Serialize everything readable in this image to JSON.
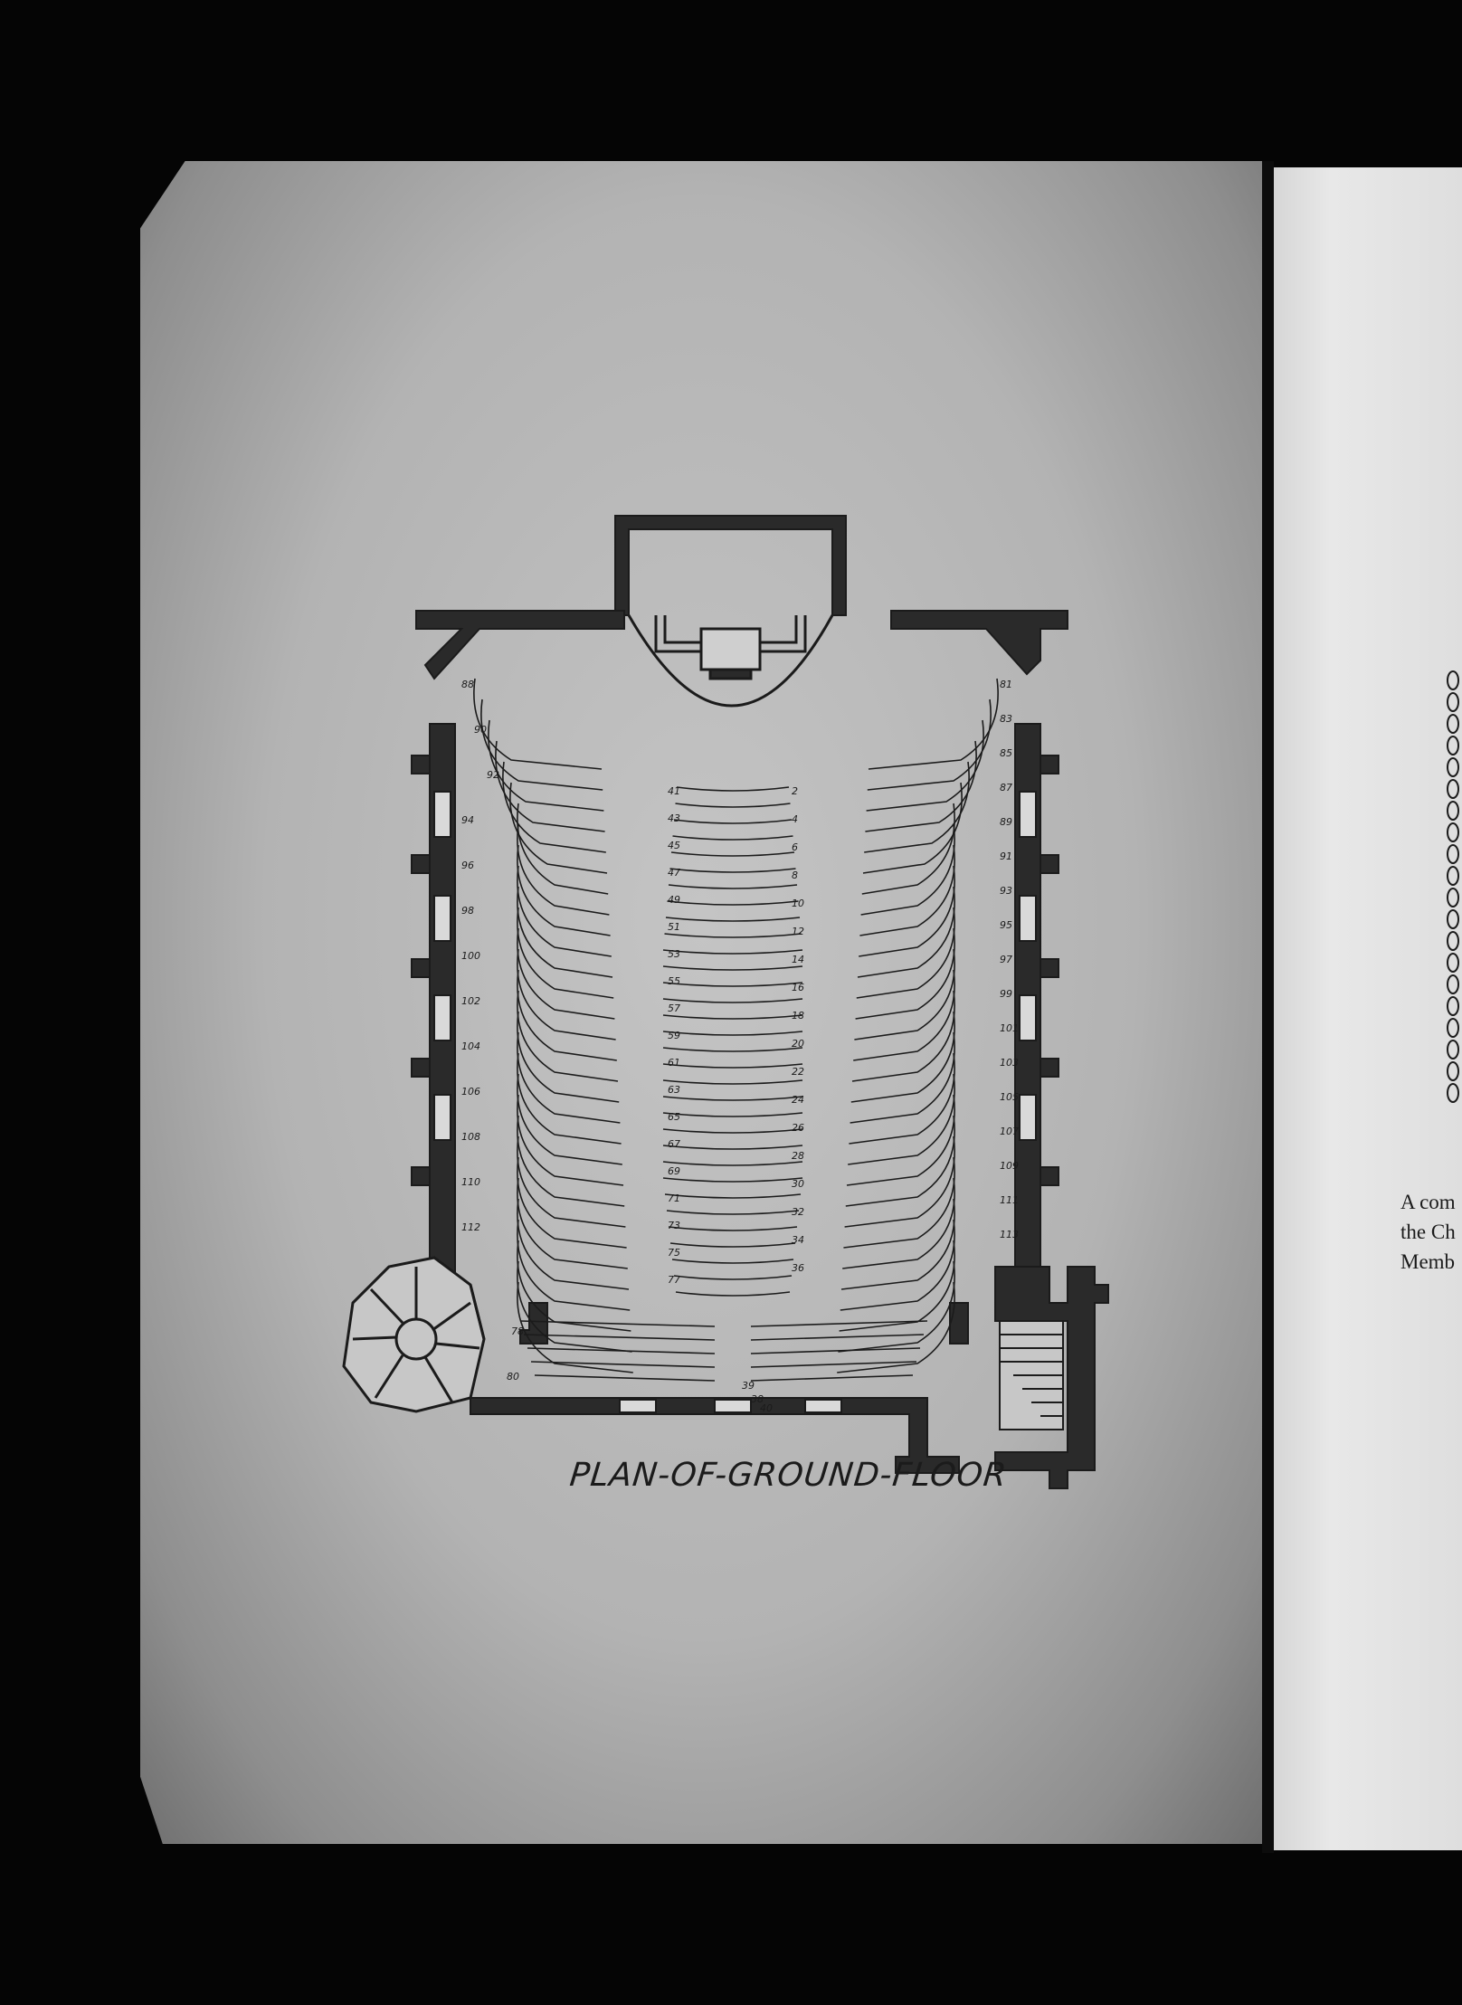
{
  "caption": "PLAN-OF-GROUND-FLOOR",
  "right_page_lines": [
    "A com",
    "the Ch",
    "Memb"
  ],
  "page_color": "#b9b9b9",
  "ink_color": "#1b1b1b",
  "ornament_icon": "laurel-leaf-icon",
  "center_numbers": [
    "41",
    "43",
    "45",
    "47",
    "49",
    "51",
    "53",
    "55",
    "57",
    "59",
    "61",
    "63",
    "65",
    "67",
    "69",
    "71",
    "73",
    "75",
    "77"
  ],
  "center_right_numbers": [
    "2",
    "4",
    "6",
    "8",
    "10",
    "12",
    "14",
    "16",
    "18",
    "20",
    "22",
    "24",
    "26",
    "28",
    "30",
    "32",
    "34",
    "36"
  ],
  "left_wing_numbers": [
    "88",
    "90",
    "92",
    "94",
    "96",
    "98",
    "100",
    "102",
    "104",
    "106",
    "108",
    "110",
    "112"
  ],
  "right_wing_numbers": [
    "81",
    "83",
    "85",
    "87",
    "89",
    "91",
    "93",
    "95",
    "97",
    "99",
    "101",
    "103",
    "105",
    "107",
    "109",
    "111",
    "113"
  ],
  "bottom_numbers": [
    "78",
    "80",
    "39",
    "38",
    "40"
  ]
}
